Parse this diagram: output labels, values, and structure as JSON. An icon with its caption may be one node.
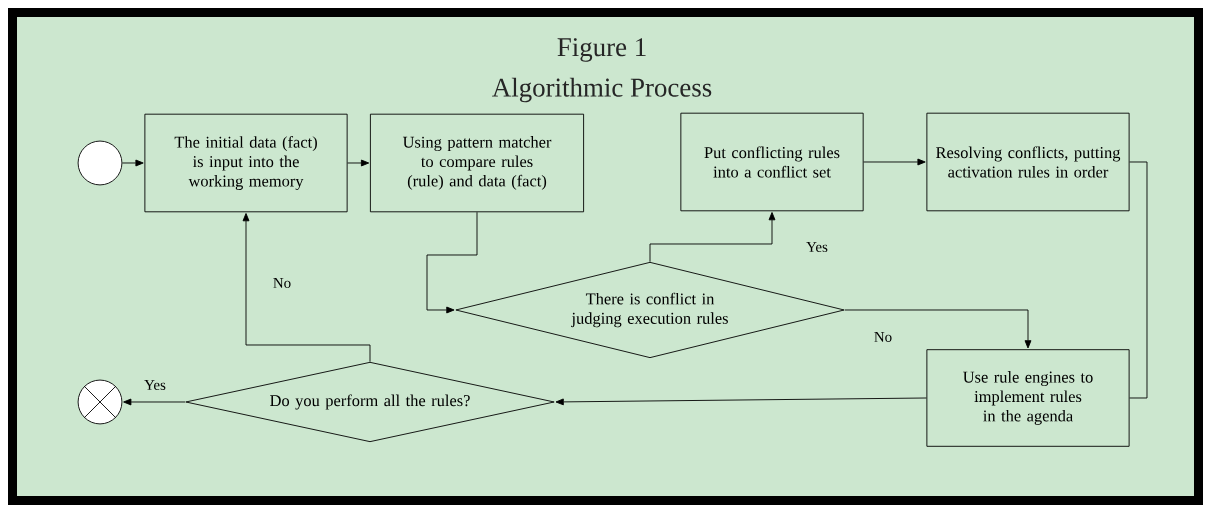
{
  "diagram": {
    "title": "Figure 1",
    "caption": "Algorithmic Process",
    "nodes": [
      {
        "text": [],
        "shape": "circle"
      },
      {
        "text": [
          "The initial data (fact) is input into the working memory"
        ]
      },
      {
        "text": [
          "Using pattern matcher to compare rules (rule) and data (fact)"
        ]
      },
      {
        "text": [
          "Put conflicting rules into a conflict set"
        ]
      },
      {
        "text": [
          "Resolving conflicts, putting activation rules in order"
        ]
      },
      {
        "text": [
          "There is conflict in judging execution rules"
        ]
      },
      {
        "text": [
          "Use rule engines to implement rules in the agenda"
        ]
      },
      {
        "text": [
          "Do you perform all the rules?"
        ]
      },
      {
        "text": [],
        "shape": "circle"
      }
    ],
    "edges": [
      {
        "from": 0,
        "to": 1,
        "arrow": "to"
      },
      {
        "from": 1,
        "to": 2,
        "arrow": "to"
      },
      {
        "from": 2,
        "to": 5,
        "arrow": "to"
      },
      {
        "from": 5,
        "to": 3,
        "arrow": "to",
        "label": "Yes"
      },
      {
        "from": 3,
        "to": 4,
        "arrow": "to"
      },
      {
        "from": 4,
        "to": 6,
        "arrow": "none"
      },
      {
        "from": 5,
        "to": 6,
        "arrow": "to",
        "label": "No"
      },
      {
        "from": 6,
        "to": 7,
        "arrow": "to"
      },
      {
        "from": 7,
        "to": 1,
        "arrow": "to",
        "label": "No"
      },
      {
        "from": 7,
        "to": 8,
        "arrow": "to",
        "label": "Yes"
      }
    ]
  }
}
